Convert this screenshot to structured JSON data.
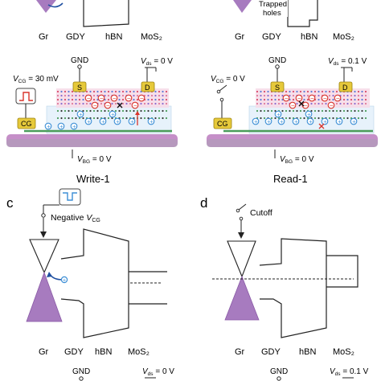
{
  "top_row": {
    "left_labels": [
      "Gr",
      "GDY",
      "hBN",
      "MoS₂"
    ],
    "right_labels": [
      "Gr",
      "GDY",
      "hBN",
      "MoS₂"
    ],
    "trapped_holes_line1": "Trapped",
    "trapped_holes_line2": "holes"
  },
  "device_write": {
    "gnd": "GND",
    "vcg_prefix": "V",
    "vcg_sub": "CG",
    "vcg_value": " = 30 mV",
    "vds_prefix": "V",
    "vds_sub": "ds",
    "vds_value": " = 0 V",
    "source": "S",
    "drain": "D",
    "control_gate": "CG",
    "vbg_prefix": "V",
    "vbg_sub": "BG",
    "vbg_value": " = 0 V",
    "caption": "Write-1"
  },
  "device_read": {
    "gnd": "GND",
    "vcg_prefix": "V",
    "vcg_sub": "CG",
    "vcg_value": " = 0 V",
    "vds_prefix": "V",
    "vds_sub": "ds",
    "vds_value": " = 0.1 V",
    "source": "S",
    "drain": "D",
    "control_gate": "CG",
    "vbg_prefix": "V",
    "vbg_sub": "BG",
    "vbg_value": " = 0 V",
    "caption": "Read-1"
  },
  "panel_c": {
    "letter": "c",
    "negative_text": "Negative ",
    "vcg_prefix": "V",
    "vcg_sub": "CG",
    "labels": [
      "Gr",
      "GDY",
      "hBN",
      "MoS₂"
    ]
  },
  "panel_d": {
    "letter": "d",
    "cutoff": "Cutoff",
    "labels": [
      "Gr",
      "GDY",
      "hBN",
      "MoS₂"
    ]
  },
  "bottom_row": {
    "left_gnd": "GND",
    "left_vds_prefix": "V",
    "left_vds_sub": "ds",
    "left_vds_value": " = 0 V",
    "right_gnd": "GND",
    "right_vds_prefix": "V",
    "right_vds_sub": "ds",
    "right_vds_value": " = 0.1 V"
  },
  "colors": {
    "purple": "#a77bbf",
    "substrate": "#c58fc8",
    "electrode": "#e6c93a",
    "blue": "#3d8fd6",
    "red": "#d9342b"
  }
}
